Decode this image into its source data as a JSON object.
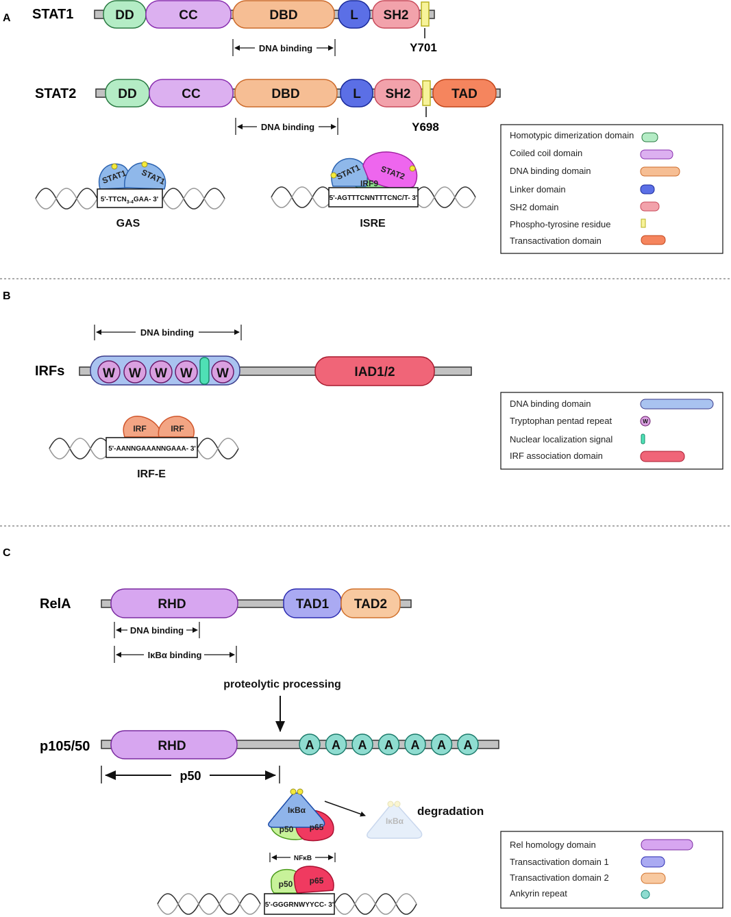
{
  "panel_labels": [
    "A",
    "B",
    "C"
  ],
  "stat1": {
    "name": "STAT1",
    "domains": [
      "DD",
      "CC",
      "DBD",
      "L",
      "SH2"
    ],
    "dna_binding": "DNA binding",
    "residue": "Y701"
  },
  "stat2": {
    "name": "STAT2",
    "domains": [
      "DD",
      "CC",
      "DBD",
      "L",
      "SH2",
      "TAD"
    ],
    "dna_binding": "DNA binding",
    "residue": "Y698"
  },
  "gas": {
    "proteins": [
      "STAT1",
      "STAT1"
    ],
    "sequence_prefix": "5'-TTCN",
    "sequence_sub": "3-4",
    "sequence_suffix": "GAA- 3'",
    "caption": "GAS"
  },
  "isre": {
    "proteins": [
      "STAT1",
      "STAT2",
      "IRF9"
    ],
    "sequence": "5'-AGTTTCNNTTTCNC/T- 3'",
    "caption": "ISRE"
  },
  "legend_a": [
    {
      "label": "Homotypic dimerization domain",
      "color": "#b4ecc5"
    },
    {
      "label": "Coiled coil domain",
      "color": "#dcb0f0"
    },
    {
      "label": "DNA binding domain",
      "color": "#f6be94"
    },
    {
      "label": "Linker domain",
      "color": "#5b6fe6"
    },
    {
      "label": "SH2 domain",
      "color": "#f2a2ab"
    },
    {
      "label": "Phospho-tyrosine residue",
      "color": "#f7f39a"
    },
    {
      "label": "Transactivation domain",
      "color": "#f5855e"
    }
  ],
  "irfs": {
    "name": "IRFs",
    "dna_binding": "DNA binding",
    "repeat_letter": "W",
    "iad": "IAD1/2"
  },
  "irfe": {
    "proteins": [
      "IRF",
      "IRF"
    ],
    "sequence": "5'-AANNGAAANNGAAA- 3'",
    "caption": "IRF-E"
  },
  "legend_b": [
    {
      "label": "DNA binding domain",
      "color": "#a9c3f0"
    },
    {
      "label": "Tryptophan pentad repeat",
      "color": "#d9a0e0",
      "glyph": "W"
    },
    {
      "label": "Nuclear localization signal",
      "color": "#4fe0b5"
    },
    {
      "label": "IRF association domain",
      "color": "#f06578"
    }
  ],
  "rela": {
    "name": "RelA",
    "domains": [
      "RHD",
      "TAD1",
      "TAD2"
    ],
    "dna_binding": "DNA binding",
    "ikb_binding": "IκBα binding"
  },
  "processing": "proteolytic processing",
  "p105": {
    "name": "p105/50",
    "domain": "RHD",
    "repeat_letter": "A",
    "repeat_count": 7,
    "p50": "p50"
  },
  "complex": {
    "ikba": "IκBα",
    "p50": "p50",
    "p65": "p65",
    "degradation": "degradation",
    "nfkb": "NFκB",
    "sequence": "5'-GGGRNWYYCC- 3'"
  },
  "legend_c": [
    {
      "label": "Rel homology domain",
      "color": "#d7a6f0"
    },
    {
      "label": "Transactivation domain 1",
      "color": "#aaaaf2"
    },
    {
      "label": "Transactivation domain 2",
      "color": "#f8c9a0"
    },
    {
      "label": "Ankyrin repeat",
      "color": "#8fdcd0"
    }
  ]
}
